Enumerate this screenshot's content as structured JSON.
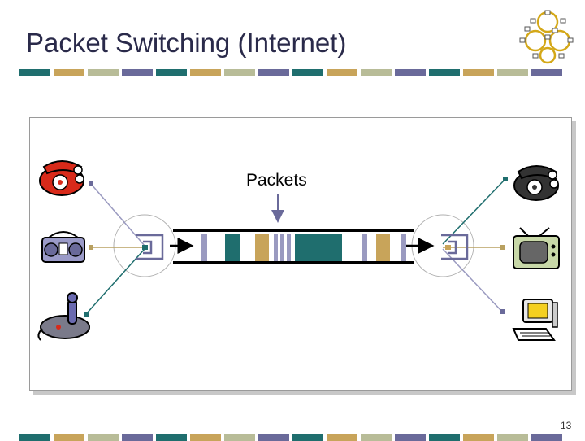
{
  "slide": {
    "title": "Packet Switching (Internet)",
    "packets_label": "Packets",
    "page_number": "13"
  },
  "colors": {
    "teal": "#1f6e6e",
    "tan": "#c8a45a",
    "sage": "#b8bc98",
    "slate": "#6a6a9a",
    "line_gold": "#b8a060",
    "line_gray": "#9a9ac0",
    "red_phone": "#d82a1a"
  },
  "devices": {
    "left": [
      "telephone-icon",
      "radio-icon",
      "joystick-icon"
    ],
    "right": [
      "telephone-icon",
      "television-icon",
      "computer-icon"
    ]
  },
  "pipeline_packets": [
    "slate",
    "teal",
    "tan",
    "slate",
    "slate",
    "slate",
    "teal",
    "slate",
    "tan",
    "slate"
  ]
}
